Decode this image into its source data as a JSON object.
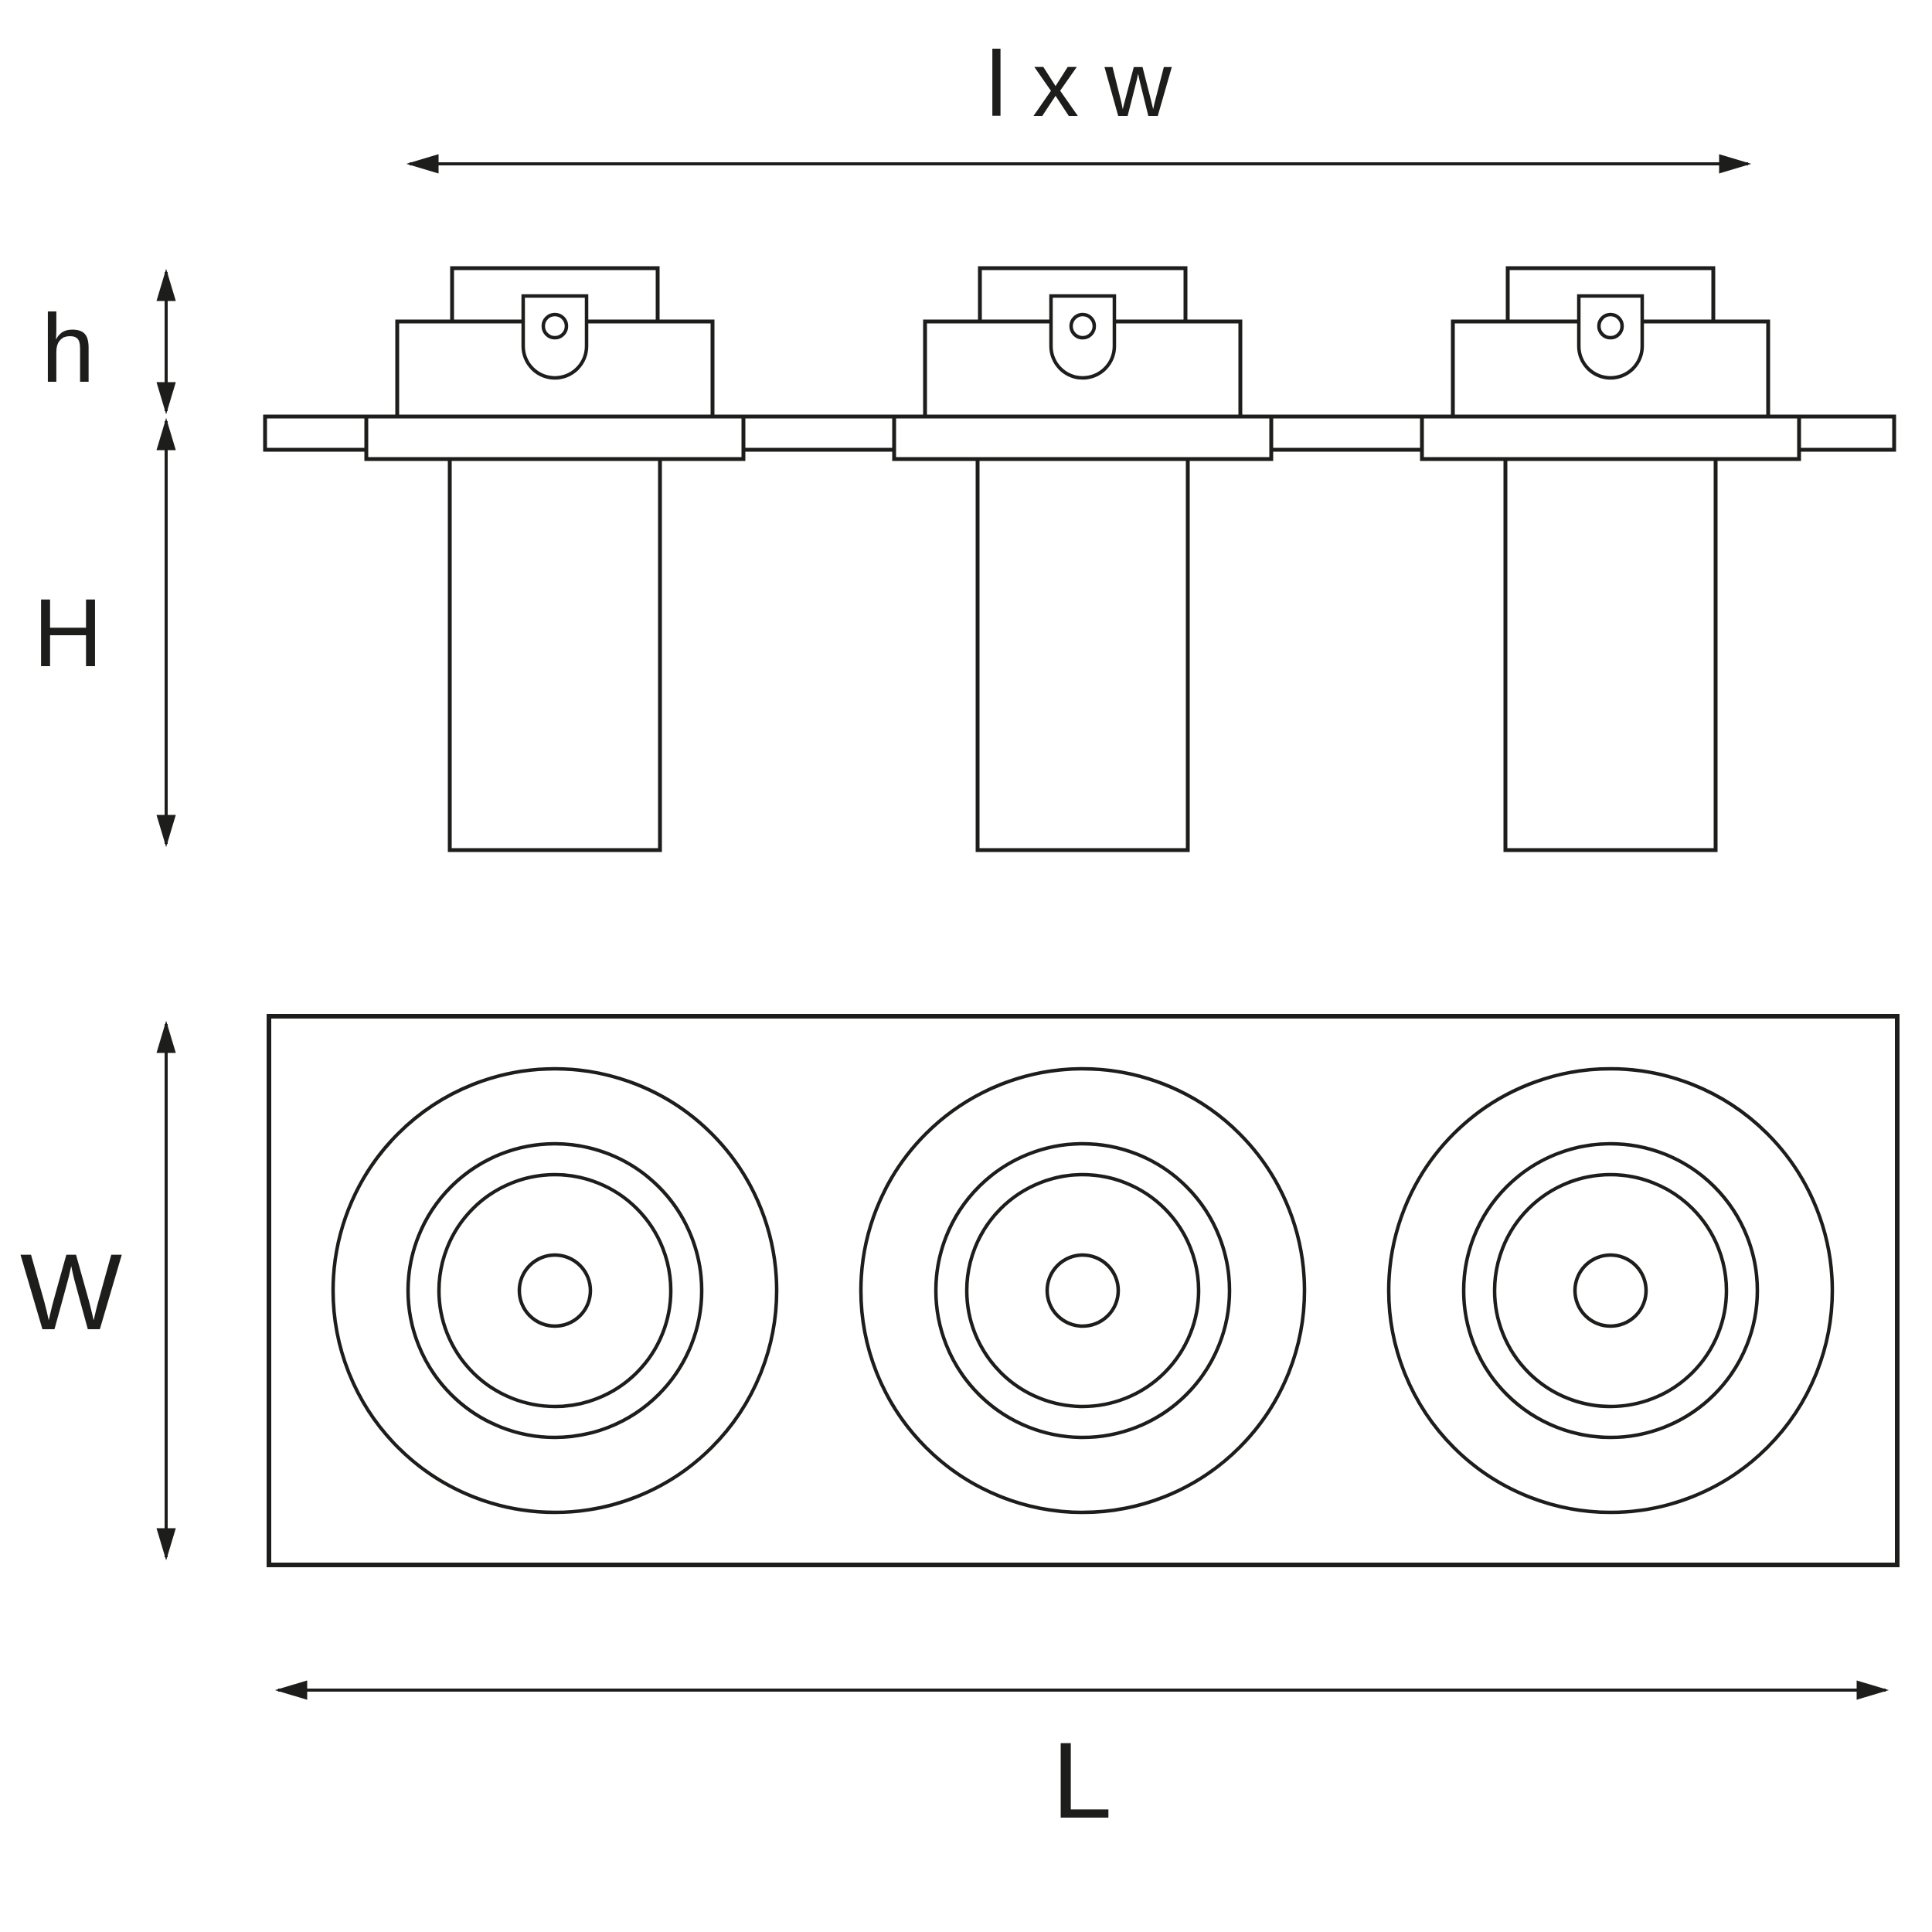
{
  "drawing": {
    "type": "technical-dimension-drawing",
    "fixture_count": 3,
    "colors": {
      "line": "#1d1d1b",
      "background": "#ffffff"
    }
  },
  "labels": {
    "head_dimensions": "l x w",
    "head_height": "h",
    "recess_height": "H",
    "plate_width": "W",
    "plate_length": "L"
  }
}
